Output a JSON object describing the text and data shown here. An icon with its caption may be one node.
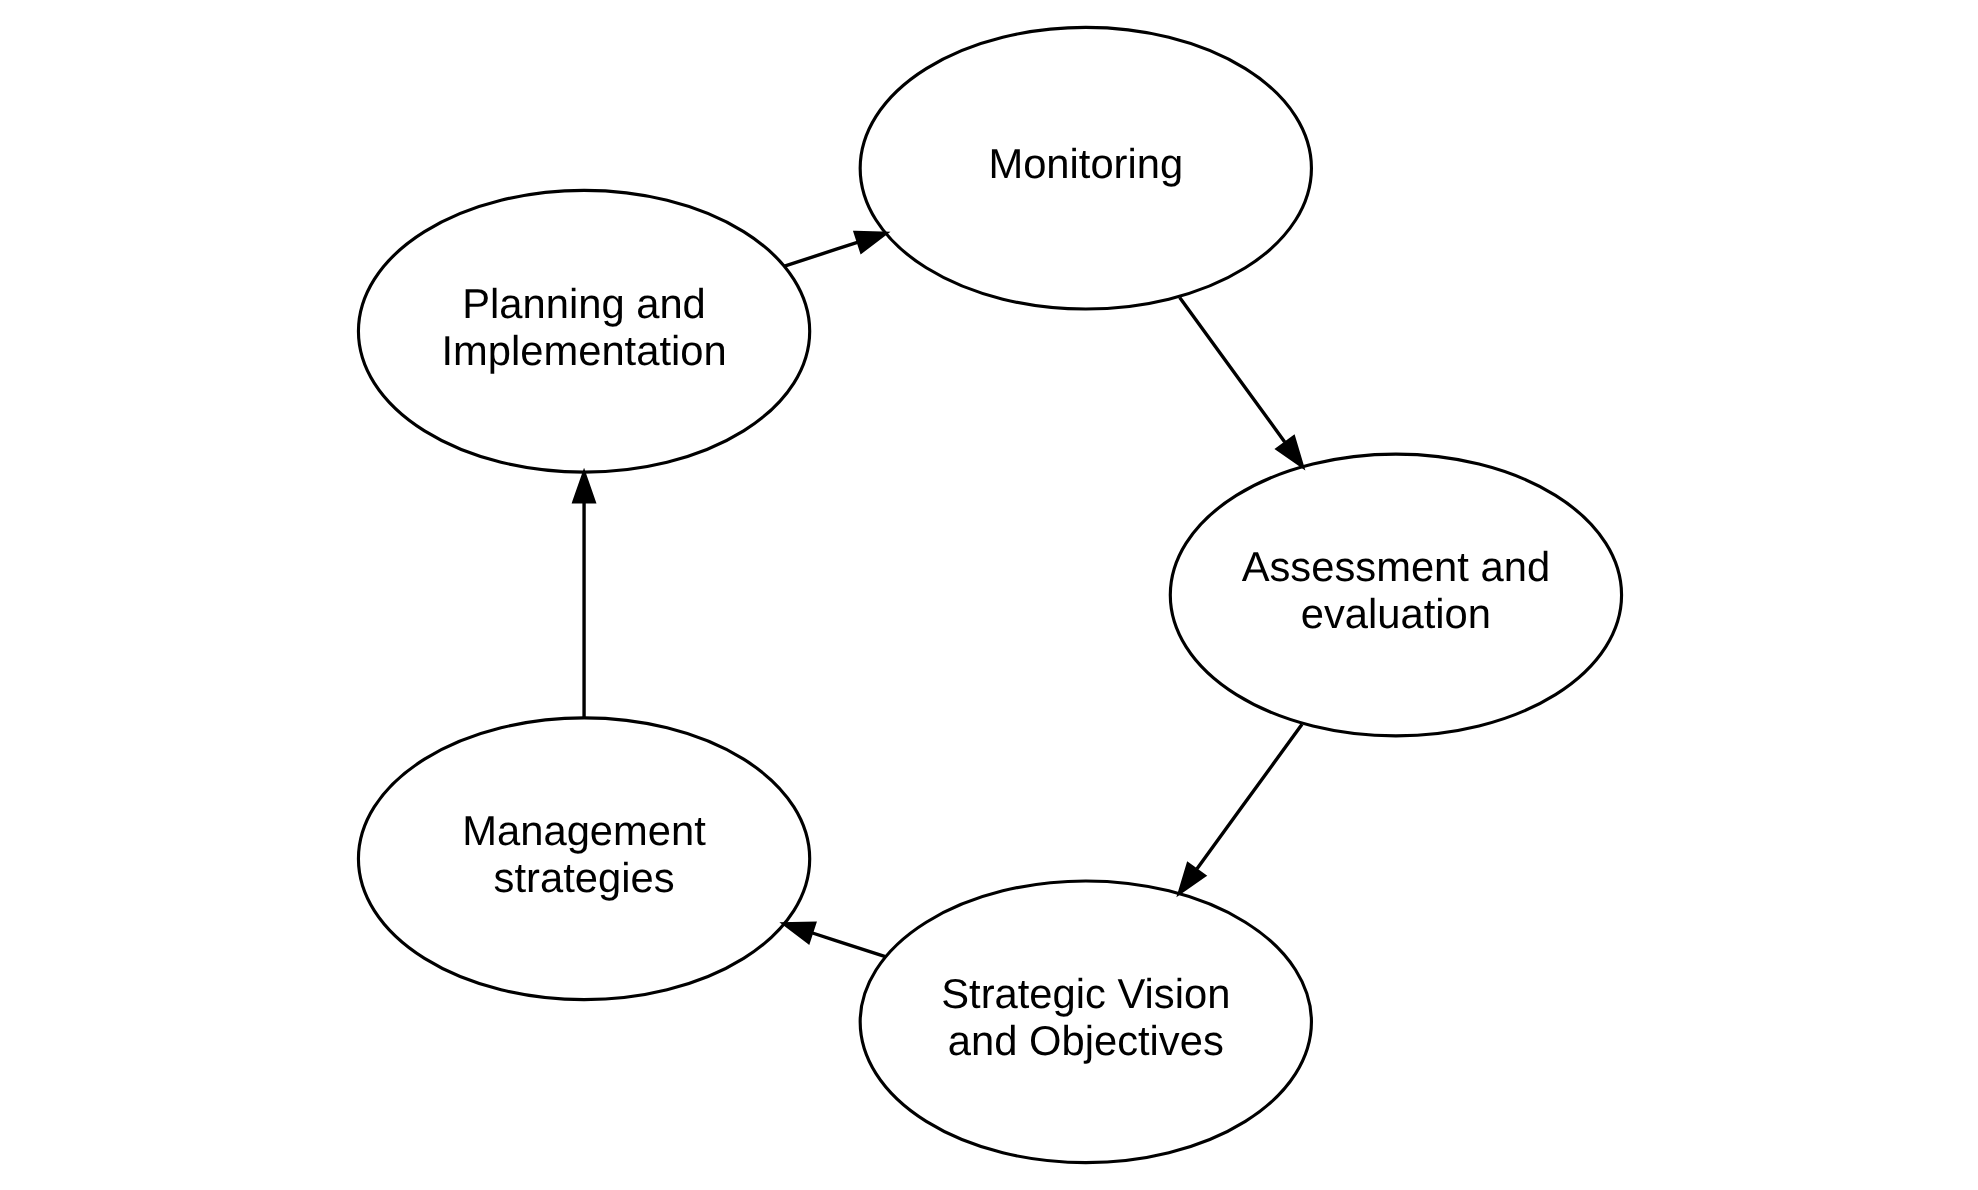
{
  "diagram": {
    "nodes": [
      {
        "text": [
          "Strategic Vision and Objectives"
        ]
      },
      {
        "text": [
          "Management strategies"
        ]
      },
      {
        "text": [
          "Planning and Implementation"
        ]
      },
      {
        "text": [
          "Monitoring"
        ]
      },
      {
        "text": [
          "Assessment and evaluation"
        ]
      }
    ],
    "edges": [
      {
        "from": 0,
        "to": 1,
        "arrow": "to"
      },
      {
        "from": 1,
        "to": 2,
        "arrow": "to"
      },
      {
        "from": 2,
        "to": 3,
        "arrow": "to"
      },
      {
        "from": 3,
        "to": 4,
        "arrow": "to"
      },
      {
        "from": 4,
        "to": 0,
        "arrow": "to"
      }
    ]
  }
}
